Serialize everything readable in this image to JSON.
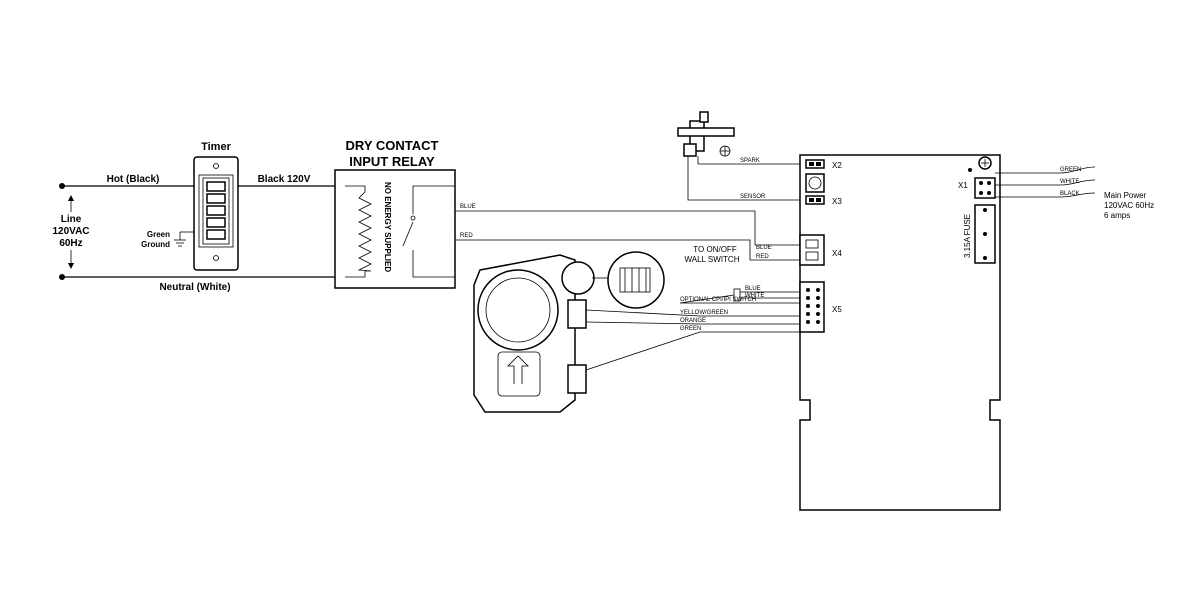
{
  "timer": {
    "title": "Timer",
    "hot_label": "Hot (Black)",
    "black_label": "Black 120V",
    "neutral_label": "Neutral (White)",
    "ground_label_1": "Green",
    "ground_label_2": "Ground"
  },
  "line": {
    "label_1": "Line",
    "label_2": "120VAC",
    "label_3": "60Hz"
  },
  "relay": {
    "title_1": "DRY CONTACT",
    "title_2": "INPUT RELAY",
    "coil_label": "NO ENERGY SUPPLIED",
    "blue_label": "BLUE",
    "red_label": "RED"
  },
  "valve": {
    "spark_label": "SPARK",
    "sensor_label": "SENSOR",
    "to_switch_1": "TO ON/OFF",
    "to_switch_2": "WALL SWITCH",
    "x4_blue": "BLUE",
    "x4_red": "RED",
    "x5_blue": "BLUE",
    "x5_white": "WHITE",
    "cpi_switch": "OPTIONAL CPI/IPI SWITCH",
    "yellow_green": "YELLOW/GREEN",
    "orange": "ORANGE",
    "green": "GREEN"
  },
  "module": {
    "x1": "X1",
    "x2": "X2",
    "x3": "X3",
    "x4": "X4",
    "x5": "X5",
    "fuse": "3.15A FUSE",
    "green": "GREEN",
    "white": "WHITE",
    "black": "BLACK"
  },
  "main_power": {
    "line_1": "Main Power",
    "line_2": "120VAC 60Hz",
    "line_3": "6 amps"
  }
}
